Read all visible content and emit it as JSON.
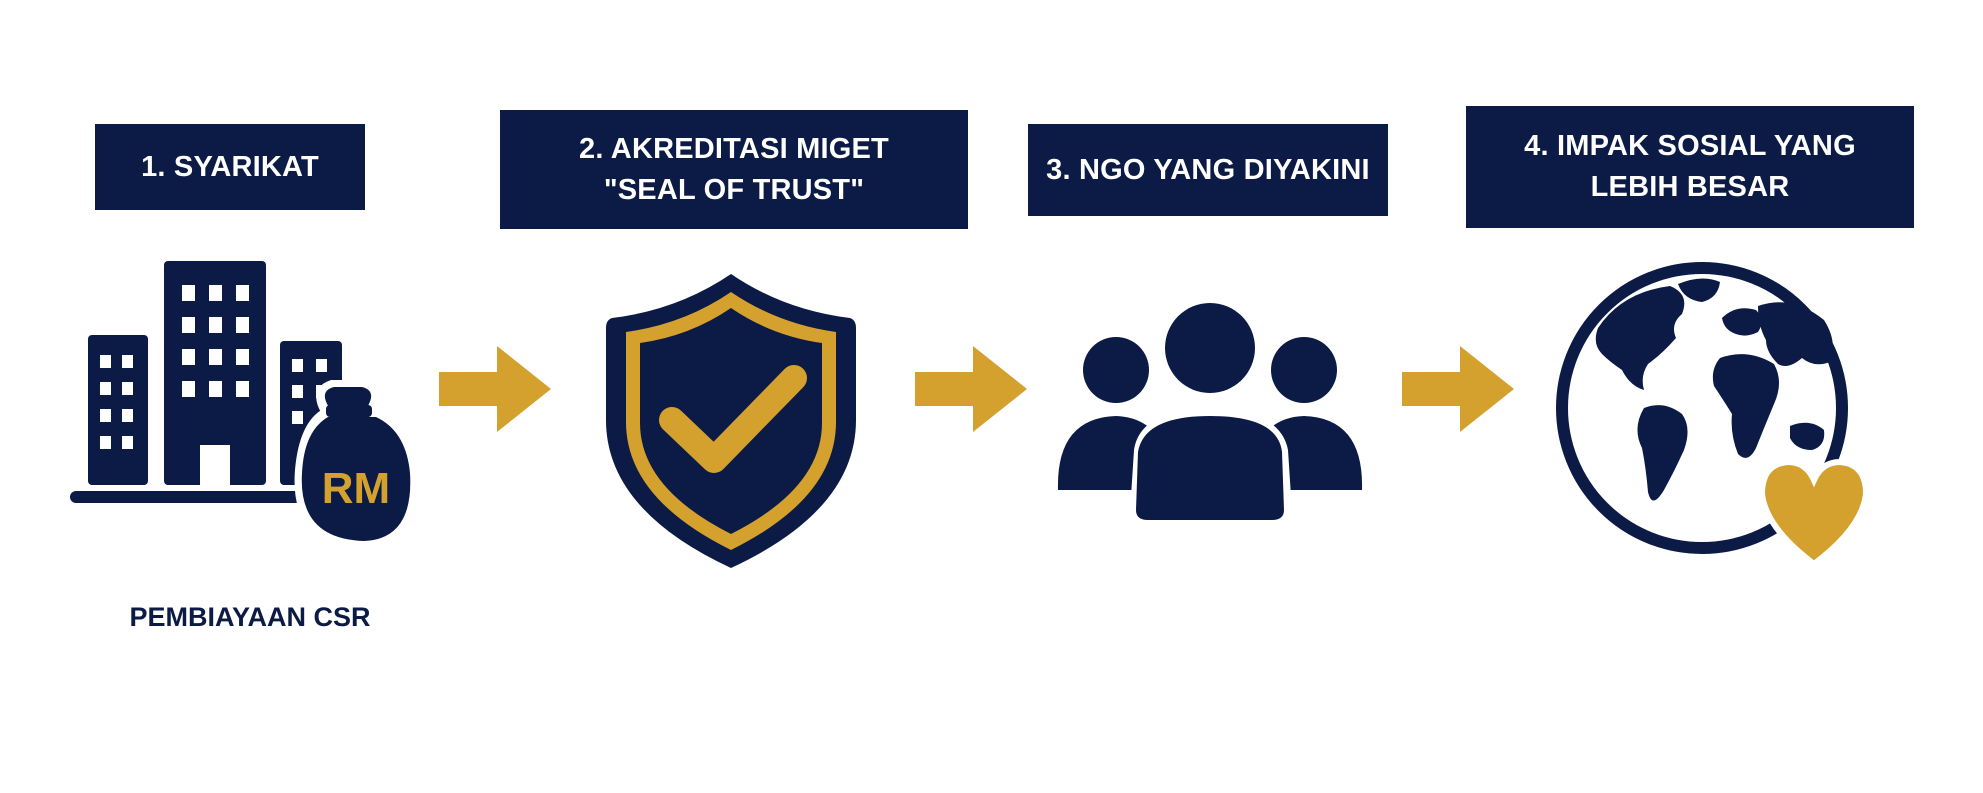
{
  "steps": [
    {
      "lines": [
        "1. SYARIKAT"
      ],
      "icon": "buildings-icon"
    },
    {
      "lines": [
        "2. AKREDITASI MIGET",
        "\"SEAL OF TRUST\""
      ],
      "icon": "shield-check-icon"
    },
    {
      "lines": [
        "3. NGO YANG DIYAKINI"
      ],
      "icon": "people-icon"
    },
    {
      "lines": [
        "4. IMPAK SOSIAL YANG",
        "LEBIH BESAR"
      ],
      "icon": "globe-heart-icon"
    }
  ],
  "money_bag_label": "RM",
  "caption": "PEMBIAYAAN CSR",
  "colors": {
    "navy": "#0c1b45",
    "gold": "#d4a12e",
    "background": "#ffffff"
  }
}
